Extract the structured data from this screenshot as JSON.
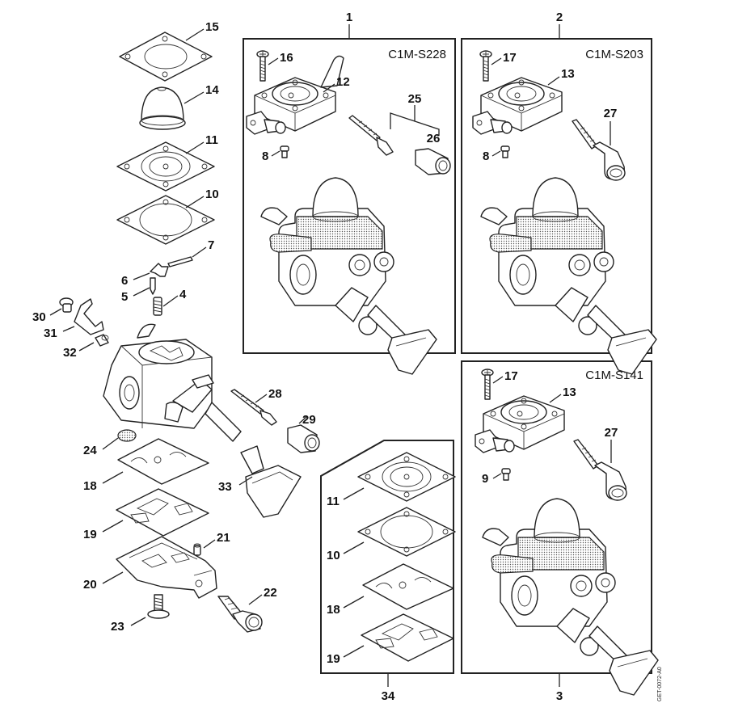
{
  "title": "Carburetor parts exploded diagram",
  "drawing_code": "GET-0072-A0",
  "assemblies": [
    {
      "ref": "1",
      "model": "C1M-S228"
    },
    {
      "ref": "2",
      "model": "C1M-S203"
    },
    {
      "ref": "3",
      "model": "C1M-S141"
    },
    {
      "ref": "34",
      "model": ""
    }
  ],
  "callouts": {
    "p4": "4",
    "p5": "5",
    "p6": "6",
    "p7": "7",
    "p10": "10",
    "p11": "11",
    "p14": "14",
    "p15": "15",
    "p18": "18",
    "p19": "19",
    "p20": "20",
    "p21": "21",
    "p22": "22",
    "p23": "23",
    "p24": "24",
    "p28": "28",
    "p29": "29",
    "p30": "30",
    "p31": "31",
    "p32": "32",
    "p33": "33",
    "b1_16": "16",
    "b1_12": "12",
    "b1_25": "25",
    "b1_26": "26",
    "b1_8": "8",
    "b2_17": "17",
    "b2_13": "13",
    "b2_27": "27",
    "b2_8": "8",
    "b3_17": "17",
    "b3_13": "13",
    "b3_27": "27",
    "b3_9": "9",
    "k_11": "11",
    "k_10": "10",
    "k_18": "18",
    "k_19": "19"
  }
}
